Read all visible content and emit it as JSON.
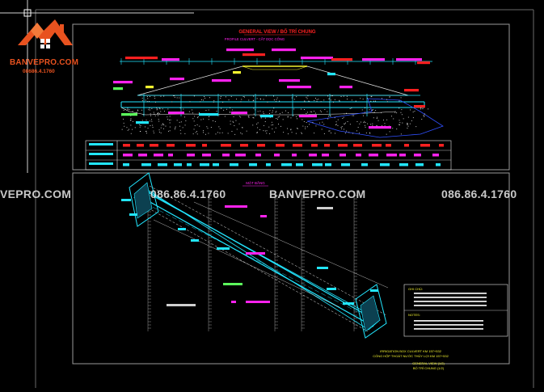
{
  "logo": {
    "brand": "BANVEPRO.COM",
    "phone": "08686.4.1760",
    "color": "#e8521f"
  },
  "watermarks": {
    "left": "VEPRO.COM",
    "phone1": "086.86.4.1760",
    "center": "BANVEPRO.COM",
    "phone2": "086.86.4.1760"
  },
  "drawing": {
    "title": "GENERAL VIEW / BỐ TRÍ CHUNG",
    "profile_label": "PROFILE CULVERT - CẮT DỌC CỐNG",
    "plan_label": "MẶT BẰNG",
    "notes_heading_vn": "GHI CHÚ:",
    "notes_heading_en": "NOTES:",
    "footer_line1": "IRRIGATION BOX CULVERT KM 157+532",
    "footer_line2": "CỐNG HỘP THOÁT NƯỚC THỦY LỢI KM 157+532",
    "footer_line3": "GENERAL VIEW (1/2)",
    "footer_line4": "BỐ TRÍ CHUNG (1/2)"
  },
  "colors": {
    "magenta": "#ff22ee",
    "cyan": "#22e6ff",
    "red": "#ff2020",
    "yellow": "#f2f230",
    "green": "#5cff5c",
    "frame": "#9a9a9a"
  }
}
